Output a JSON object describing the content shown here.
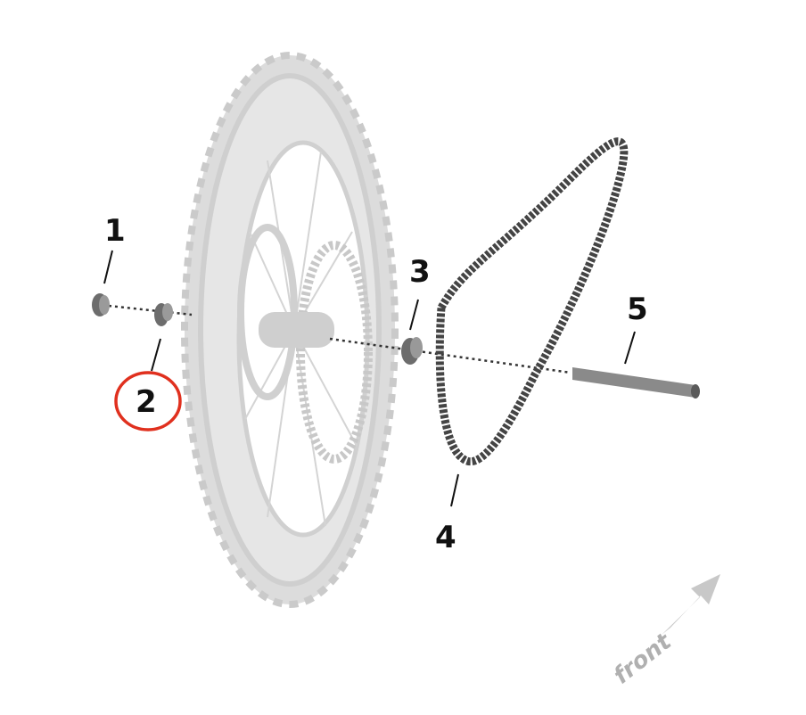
{
  "callouts": [
    {
      "id": "1",
      "label": "1"
    },
    {
      "id": "2",
      "label": "2",
      "highlighted": true
    },
    {
      "id": "3",
      "label": "3"
    },
    {
      "id": "4",
      "label": "4"
    },
    {
      "id": "5",
      "label": "5"
    }
  ],
  "direction_label": "front",
  "colors": {
    "highlight": "#e0301e",
    "wheel": "#d9d9d9",
    "parts": "#707070",
    "arrow": "#c8c8c8"
  }
}
